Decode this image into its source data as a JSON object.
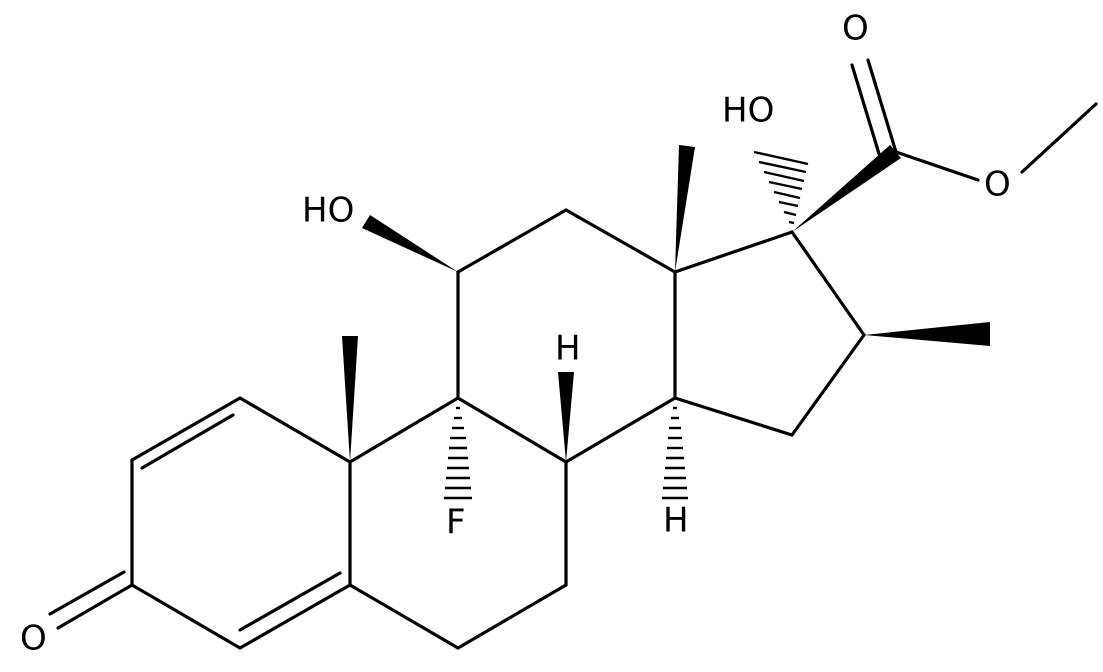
{
  "molecule": {
    "atom_labels": {
      "ketone_oxygen": "O",
      "hydroxyl_11": "HO",
      "hydroxyl_17": "HO",
      "fluorine": "F",
      "hydrogen_8": "H",
      "hydrogen_14": "H",
      "carbonyl_oxygen": "O",
      "ester_oxygen": "O"
    },
    "colors": {
      "bond": "#000000",
      "background": "#ffffff"
    }
  }
}
